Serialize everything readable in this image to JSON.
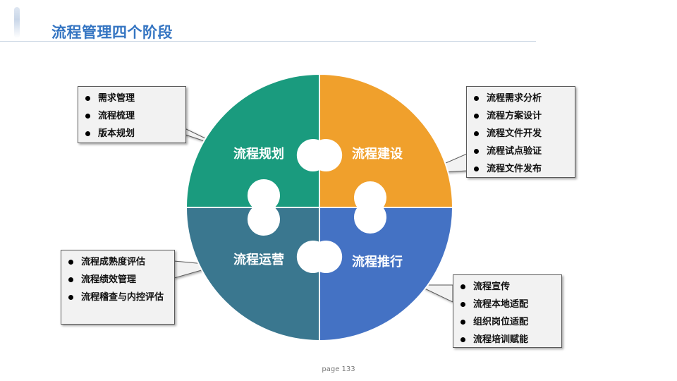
{
  "page": {
    "title": "流程管理四个阶段",
    "page_number": "page 133"
  },
  "colors": {
    "title": "#3575c2",
    "planning": "#1a9b7e",
    "building": "#f0a02c",
    "promotion": "#4472c4",
    "operation": "#3a778f"
  },
  "quadrants": {
    "planning": {
      "label": "流程规划",
      "color": "#1a9b7e"
    },
    "building": {
      "label": "流程建设",
      "color": "#f0a02c"
    },
    "promotion": {
      "label": "流程推行",
      "color": "#4472c4"
    },
    "operation": {
      "label": "流程运营",
      "color": "#3a778f"
    }
  },
  "callouts": {
    "planning": [
      "需求管理",
      "流程梳理",
      "版本规划"
    ],
    "building": [
      "流程需求分析",
      "流程方案设计",
      "流程文件开发",
      "流程试点验证",
      "流程文件发布"
    ],
    "operation": [
      "流程成熟度评估",
      "流程绩效管理",
      "流程稽查与内控评估"
    ],
    "promotion": [
      "流程宣传",
      "流程本地适配",
      "组织岗位适配",
      "流程培训赋能"
    ]
  }
}
